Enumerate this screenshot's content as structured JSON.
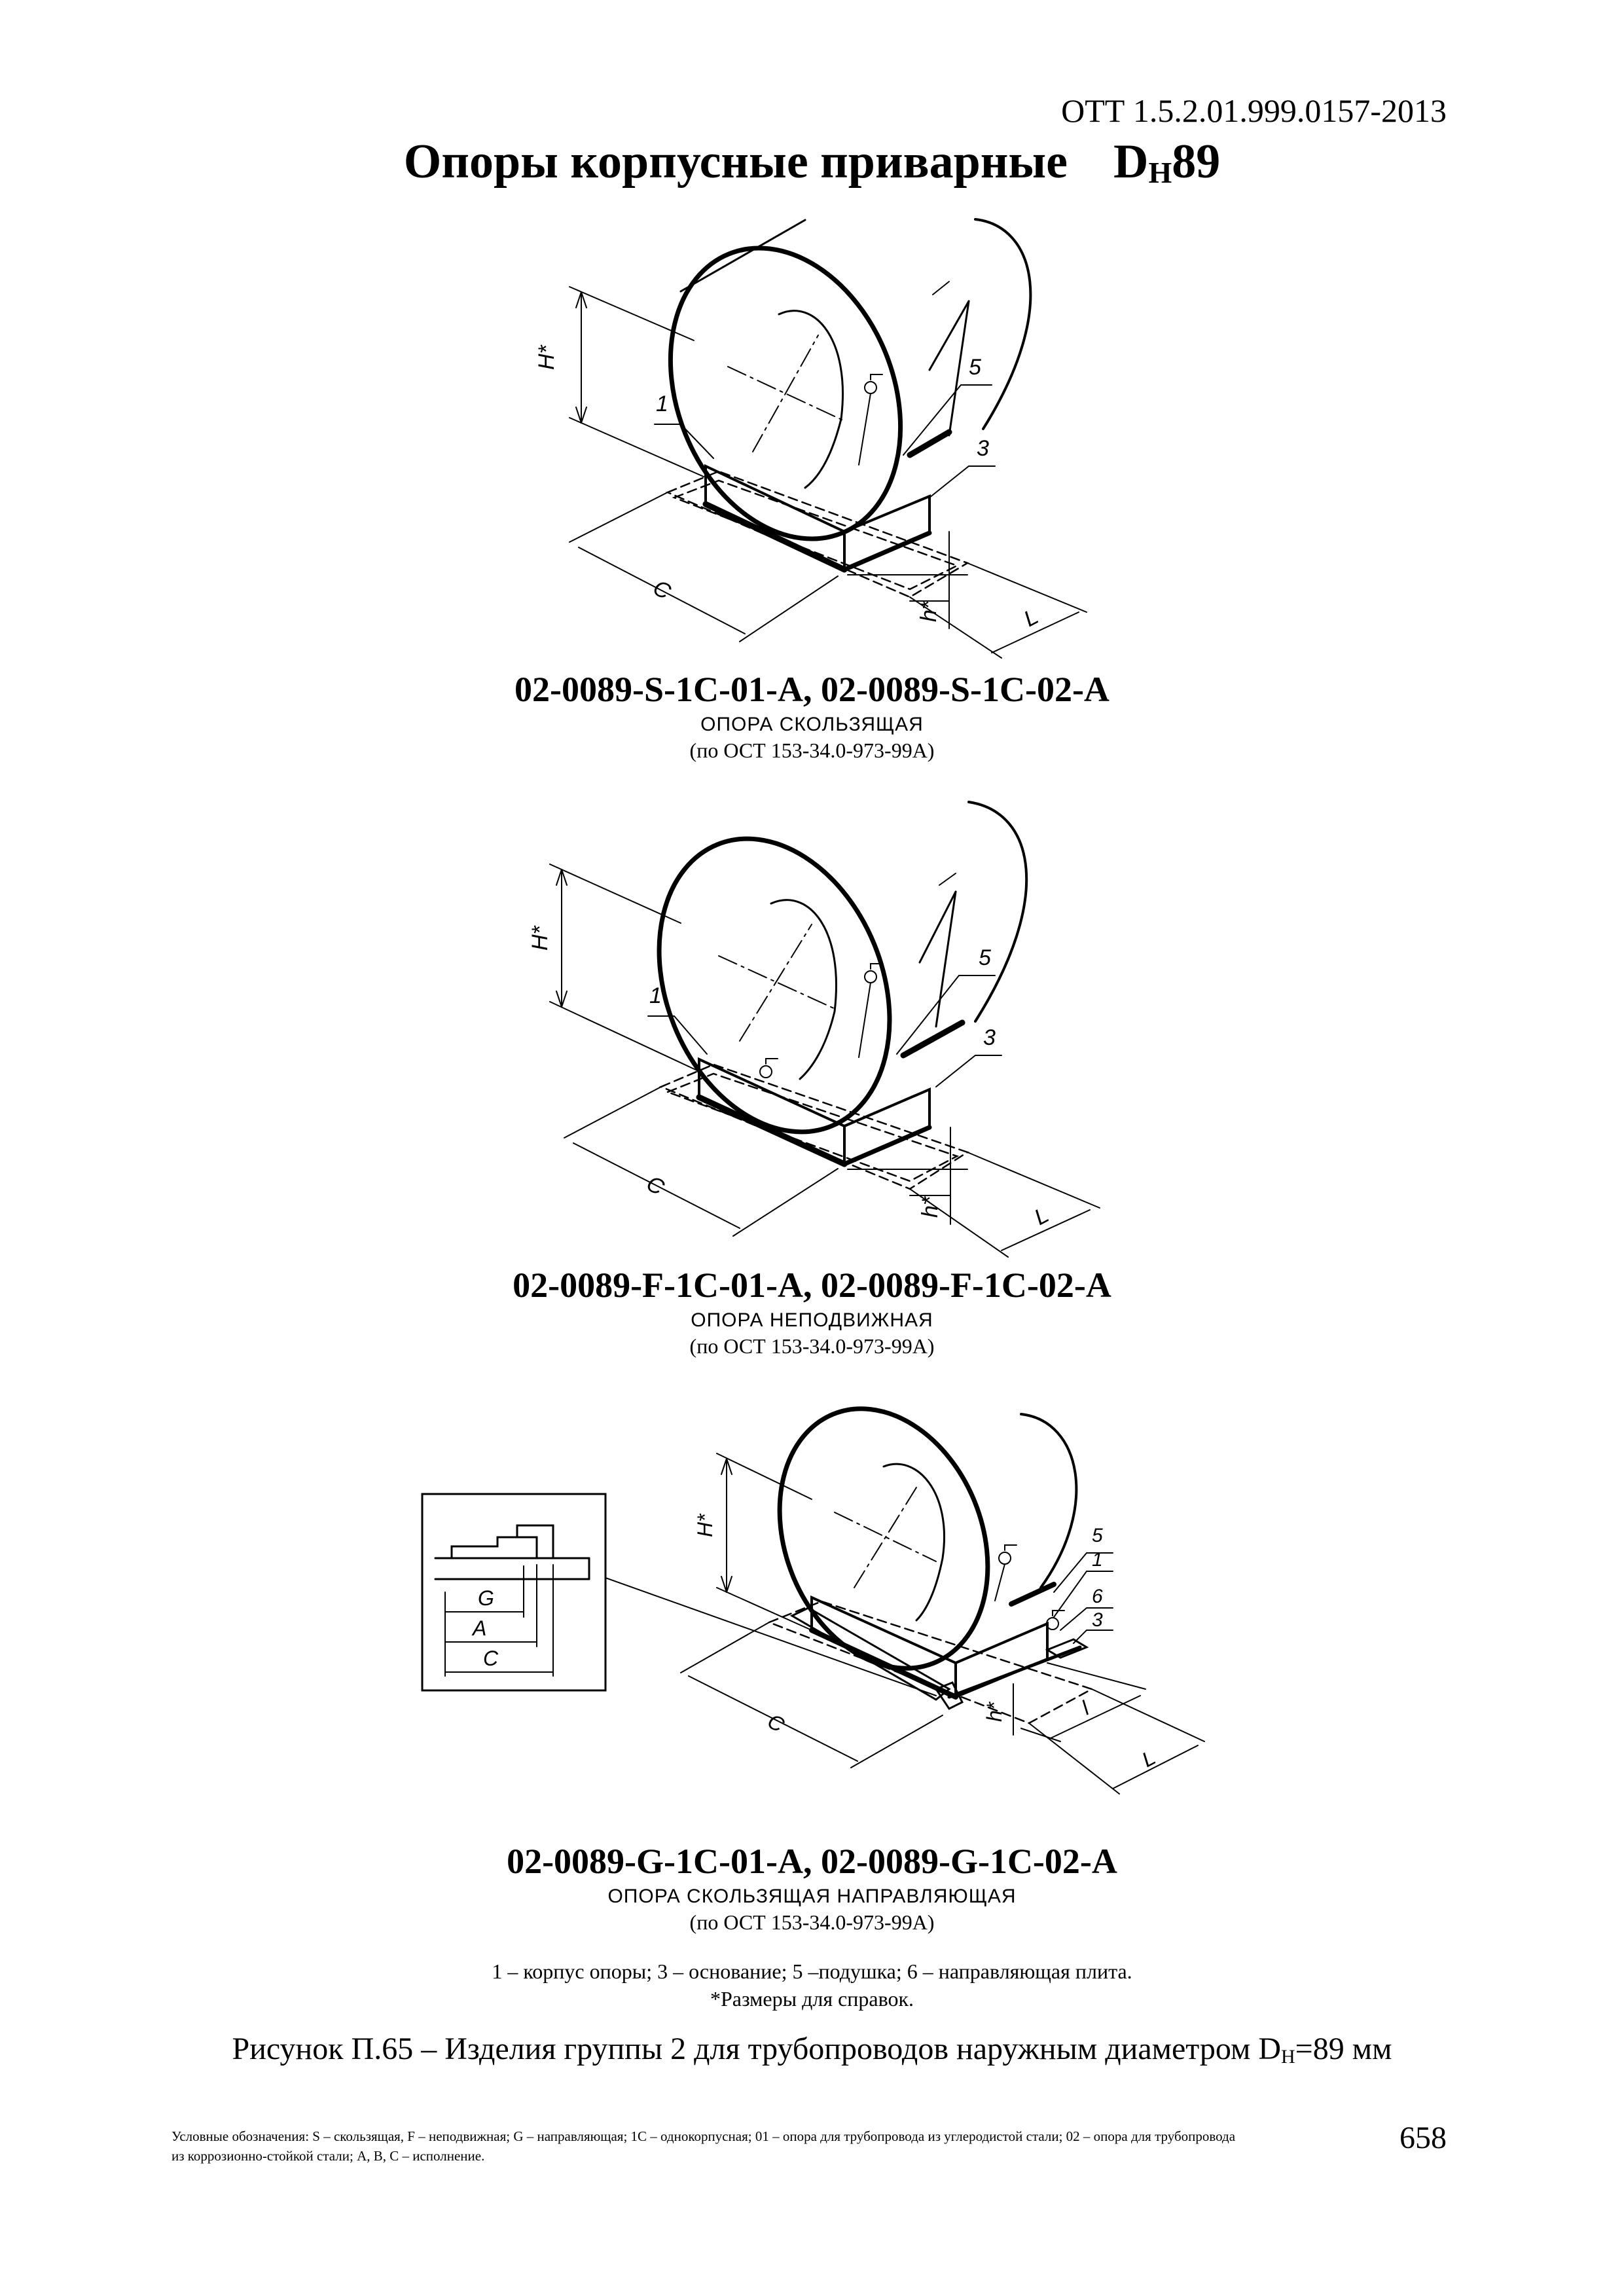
{
  "header": {
    "doc_number": "ОТТ 1.5.2.01.999.0157-2013",
    "title_main": "Опоры корпусные приварные",
    "title_d": "D",
    "title_d_sub": "Н",
    "title_d_value": "89"
  },
  "figures": [
    {
      "code": "02-0089-S-1C-01-A, 02-0089-S-1C-02-A",
      "type_label": "ОПОРА СКОЛЬЗЯЩАЯ",
      "standard": "(по ОСТ 153-34.0-973-99А)",
      "callouts": [
        "1",
        "5",
        "3"
      ],
      "dims": [
        "H*",
        "C",
        "h*",
        "L"
      ]
    },
    {
      "code": "02-0089-F-1C-01-A, 02-0089-F-1C-02-A",
      "type_label": "ОПОРА НЕПОДВИЖНАЯ",
      "standard": "(по ОСТ 153-34.0-973-99А)",
      "callouts": [
        "1",
        "5",
        "3"
      ],
      "dims": [
        "H*",
        "C",
        "h*",
        "L"
      ]
    },
    {
      "code": "02-0089-G-1C-01-A, 02-0089-G-1C-02-A",
      "type_label": "ОПОРА СКОЛЬЗЯЩАЯ НАПРАВЛЯЮЩАЯ",
      "standard": "(по ОСТ 153-34.0-973-99А)",
      "callouts": [
        "5",
        "1",
        "6",
        "3"
      ],
      "dims": [
        "H*",
        "C",
        "h*",
        "l",
        "L"
      ],
      "detail_dims": [
        "G",
        "A",
        "C"
      ]
    }
  ],
  "legend": {
    "line1": "1 – корпус опоры; 3 – основание; 5 –подушка; 6 – направляющая плита.",
    "line2": "*Размеры для справок."
  },
  "caption": {
    "text": "Рисунок П.65 – Изделия группы 2 для трубопроводов наружным диаметром D",
    "sub": "Н",
    "tail": "=89 мм"
  },
  "footnote": {
    "line1": "Условные обозначения: S – скользящая, F – неподвижная; G – направляющая; 1С – однокорпусная; 01 – опора для трубопровода из углеродистой стали; 02 – опора для трубопровода",
    "line2": "из коррозионно-стойкой стали; А, В, С –  исполнение."
  },
  "page_number": "658"
}
